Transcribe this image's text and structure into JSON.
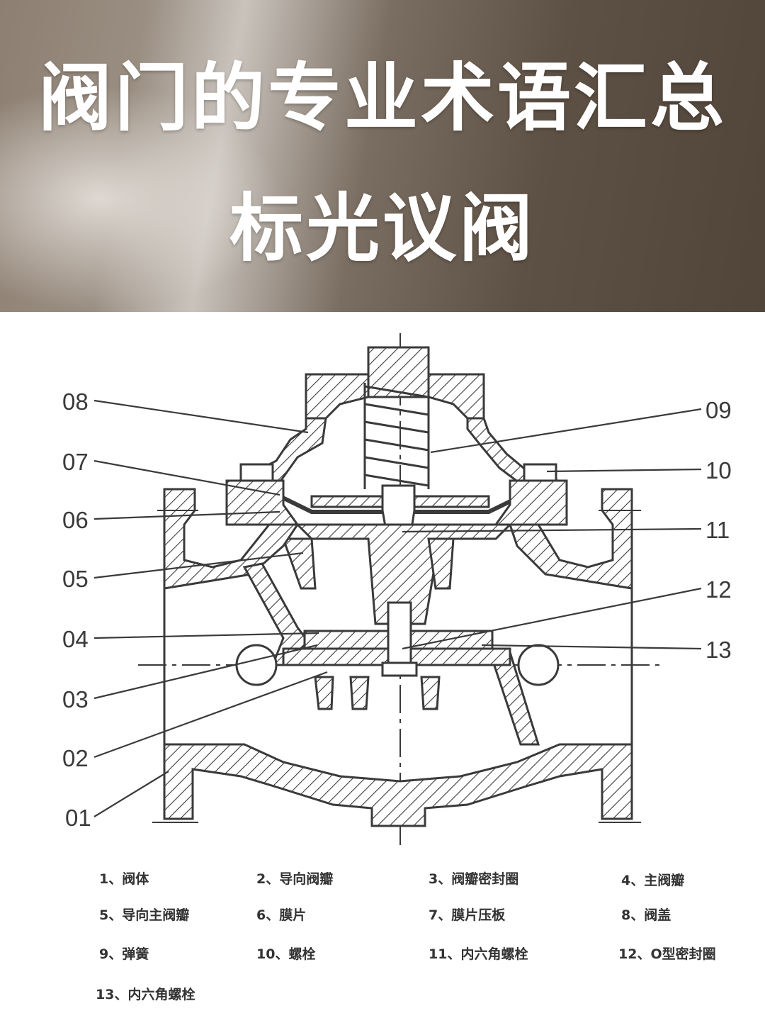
{
  "header": {
    "title": "阀门的专业术语汇总",
    "subtitle": "标光议阀"
  },
  "diagram": {
    "callouts": [
      "08",
      "07",
      "06",
      "05",
      "04",
      "03",
      "02",
      "01",
      "09",
      "10",
      "11",
      "12",
      "13"
    ]
  },
  "legend": {
    "items": [
      "1、阀体",
      "2、导向阀瓣",
      "3、阀瓣密封圈",
      "4、主阀瓣",
      "5、导向主阀瓣",
      "6、膜片",
      "7、膜片压板",
      "8、阀盖",
      "9、弹簧",
      "10、螺栓",
      "11、内六角螺栓",
      "12、O型密封圈",
      "13、内六角螺栓"
    ]
  },
  "colors": {
    "line": "#3a3a3a",
    "title_text": "#ffffff",
    "header_dark": "#51453a"
  }
}
